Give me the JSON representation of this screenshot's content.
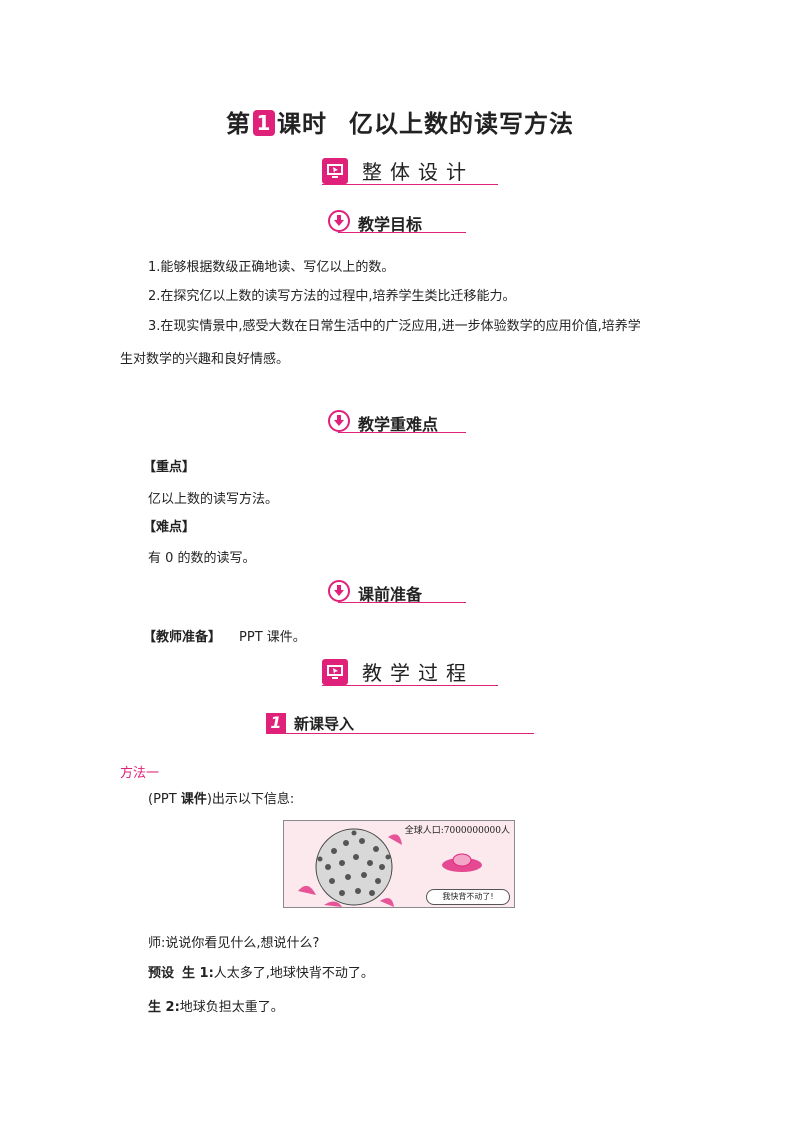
{
  "title": {
    "prefix": "第",
    "number": "1",
    "suffix": "课时",
    "topic": "亿以上数的读写方法"
  },
  "section_overall": "整体设计",
  "section_goals": "教学目标",
  "goals": [
    "1.能够根据数级正确地读、写亿以上的数。",
    "2.在探究亿以上数的读写方法的过程中,培养学生类比迁移能力。",
    "3.在现实情景中,感受大数在日常生活中的广泛应用,进一步体验数学的应用价值,培养学",
    "生对数学的兴趣和良好情感。"
  ],
  "section_key": "教学重难点",
  "key_label": "【重点】",
  "key_text": "亿以上数的读写方法。",
  "difficult_label": "【难点】",
  "difficult_text": "有 0 的数的读写。",
  "section_prep": "课前准备",
  "prep_label": "【教师准备】",
  "prep_text": "PPT 课件。",
  "section_process": "教学过程",
  "step": {
    "number": "1",
    "label": "新课导入"
  },
  "method": "方法一",
  "intro_prefix": "(PPT ",
  "intro_bold": "课件",
  "intro_suffix": ")出示以下信息:",
  "illustration": {
    "caption": "全球人口:7000000000人",
    "bubble": "我快背不动了!"
  },
  "dialog": {
    "teacher": "师:说说你看见什么,想说什么?",
    "preset_label": "预设",
    "student1_label": "生 1:",
    "student1_text": "人太多了,地球快背不动了。",
    "student2_label": "生 2:",
    "student2_text": "地球负担太重了。"
  },
  "colors": {
    "accent": "#e0217a"
  }
}
